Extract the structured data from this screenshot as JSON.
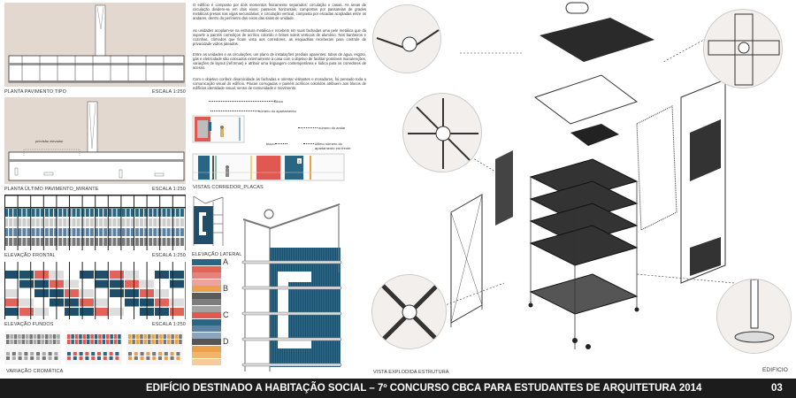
{
  "plans": {
    "plan1_title": "PLANTA PAVIMENTO TIPO",
    "plan1_scale": "ESCALA 1:250",
    "plan2_title": "PLANTA ÚLTIMO PAVIMENTO_MIRANTE",
    "plan2_scale": "ESCALA 1:250",
    "plan2_note": "previsão elevador"
  },
  "elevations": {
    "front_title": "ELEVAÇÃO FRONTAL",
    "front_scale": "ESCALA 1:250",
    "back_title": "ELEVAÇÃO FUNDOS",
    "back_scale": "ESCALA 1:250",
    "chroma_title": "VARIAÇÃO CROMÁTICA",
    "lateral_title": "ELEVAÇÃO LATERAL"
  },
  "text": [
    "O edifício é composto por dois momentos fisicamente separados: circulação e casas. As áreas de circulação dividem-se em dois eixos: passeios horizontais, compostos por passarelas de grades metálicas presas nas vigas secundárias, e circulação vertical, composta por escadas acopladas entre os andares, dentro do perímetro dos eixos das salas de unidade.",
    "As unidades acoplam-se na estrutura metálica e recebem em suas fachadas uma pele metálica que dá suporte a painéis corrediços de acrílico colorido e brises soleis verticais de alumínio. Nos banheiros e cozinhas, cômodos que ficam vista aos corredores, as esquadrias receberam para controle de privacidade vidros jateados.",
    "Entre as unidades e as circulações, um plano de instalações prediais aparentes: tubos de água, esgoto, gás e eletricidade são colocados externamente à casa com o objetivo de facilitar possíveis manutenções, variações de layout (reformas) e atribuir uma linguagem contemporânea e lúdica para os corredores de acesso.",
    "Com o objetivo conferir dinamicidade às fachadas e orientar visitantes e moradores, foi pensado toda a comunicação visual do edifício. Placas corrugadas e painéis acrílicos coloridos atribuem aos blocos de edifícios identidade visual, senso de comunidade e movimento."
  ],
  "corridor": {
    "label_bloco_top": "Bloco",
    "label_apto": "número do apartamento",
    "label_andar": "número do andar",
    "label_bloco": "bloco",
    "label_ultimo": "último número do apartamento em frente",
    "title": "VISTAS CORREDOR_PLACAS",
    "plate_number": "3"
  },
  "palette": {
    "groups": [
      {
        "letter": "A",
        "colors": [
          "#2b6584",
          "#e0645a",
          "#e5837b",
          "#eaa49d"
        ]
      },
      {
        "letter": "B",
        "colors": [
          "#eda04a",
          "#5b5b5b",
          "#7d7d7d",
          "#a3a3a3"
        ]
      },
      {
        "letter": "C",
        "colors": [
          "#e0584f",
          "#2b6584",
          "#5b82a3",
          "#8aa5bd"
        ]
      },
      {
        "letter": "D",
        "colors": [
          "#555555",
          "#eda04a",
          "#f0b46a",
          "#f4caa0"
        ]
      }
    ]
  },
  "exploded": {
    "title": "VISTA EXPLODIDA ESTRUTURA",
    "section": "EDIFICIO"
  },
  "footer": {
    "title": "EDIFÍCIO DESTINADO A HABITAÇÃO SOCIAL – 7º CONCURSO CBCA PARA ESTUDANTES DE ARQUITETURA 2014",
    "page": "03"
  }
}
